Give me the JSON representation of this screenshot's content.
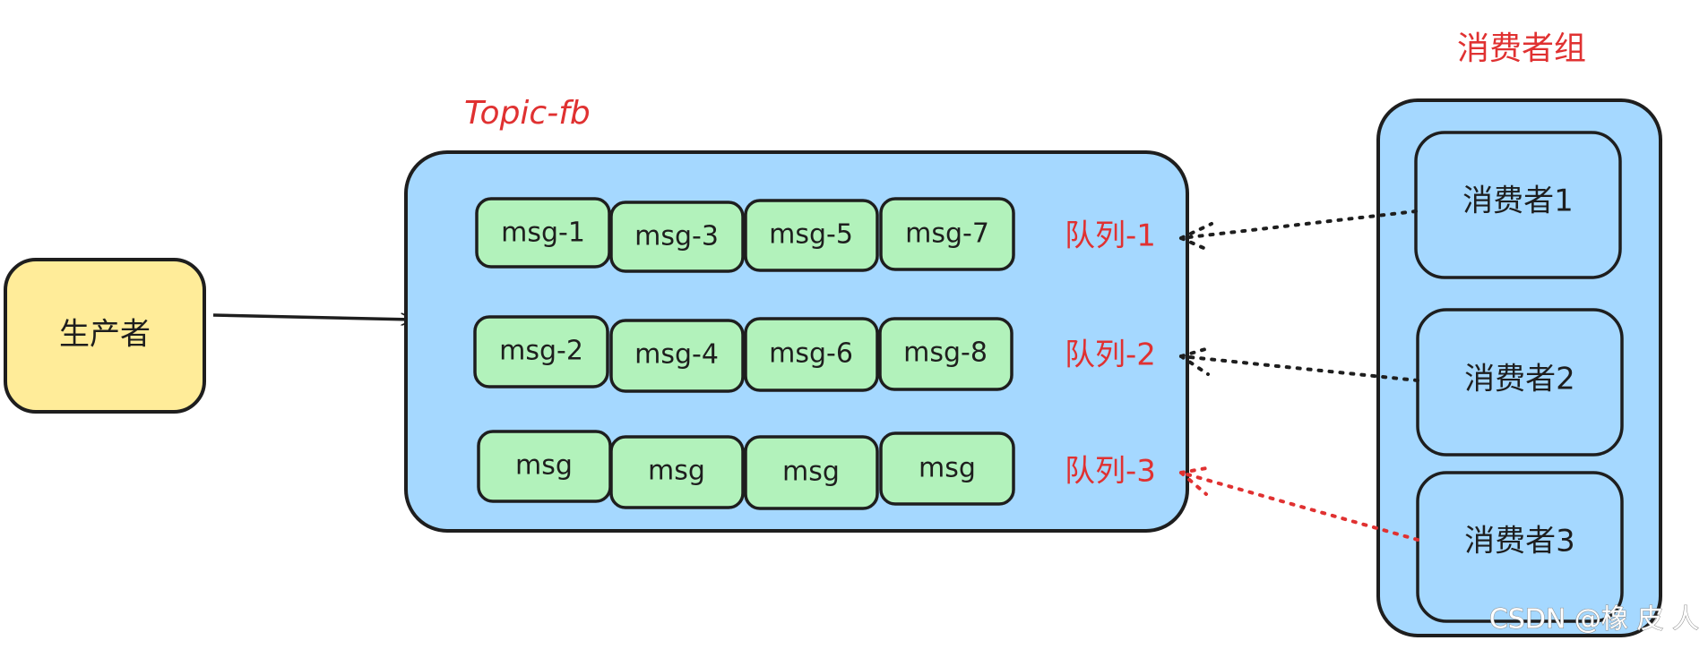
{
  "producer": {
    "label": "生产者"
  },
  "topic": {
    "title": "Topic-fb",
    "queues": [
      {
        "label": "队列-1",
        "messages": [
          "msg-1",
          "msg-3",
          "msg-5",
          "msg-7"
        ]
      },
      {
        "label": "队列-2",
        "messages": [
          "msg-2",
          "msg-4",
          "msg-6",
          "msg-8"
        ]
      },
      {
        "label": "队列-3",
        "messages": [
          "msg",
          "msg",
          "msg",
          "msg"
        ]
      }
    ]
  },
  "consumer_group": {
    "title": "消费者组",
    "consumers": [
      "消费者1",
      "消费者2",
      "消费者3"
    ]
  },
  "watermark": "CSDN @橡 皮 人",
  "colors": {
    "producer_fill": "#ffec99",
    "container_fill": "#a5d8ff",
    "message_fill": "#b2f2bb",
    "stroke": "#1e1e1e",
    "accent_red": "#e03131"
  }
}
